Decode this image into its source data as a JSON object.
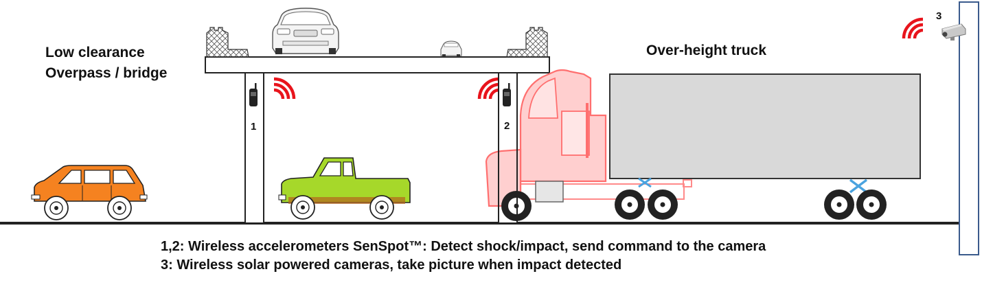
{
  "labels": {
    "bridge_line1": "Low clearance",
    "bridge_line2": "Overpass / bridge",
    "truck": "Over-height truck",
    "sensor1_number": "1",
    "sensor2_number": "2",
    "camera_number": "3"
  },
  "legend": {
    "line1": "1,2: Wireless accelerometers SenSpot™: Detect shock/impact, send command to the camera",
    "line2": "3: Wireless solar powered cameras, take picture when impact detected"
  },
  "colors": {
    "signal": "#e8141c",
    "truck_cab": "#ff8a8a",
    "trailer": "#d9d9d9",
    "orange_car": "#f58220",
    "green_truck": "#a6d82a",
    "ground": "#222222"
  }
}
